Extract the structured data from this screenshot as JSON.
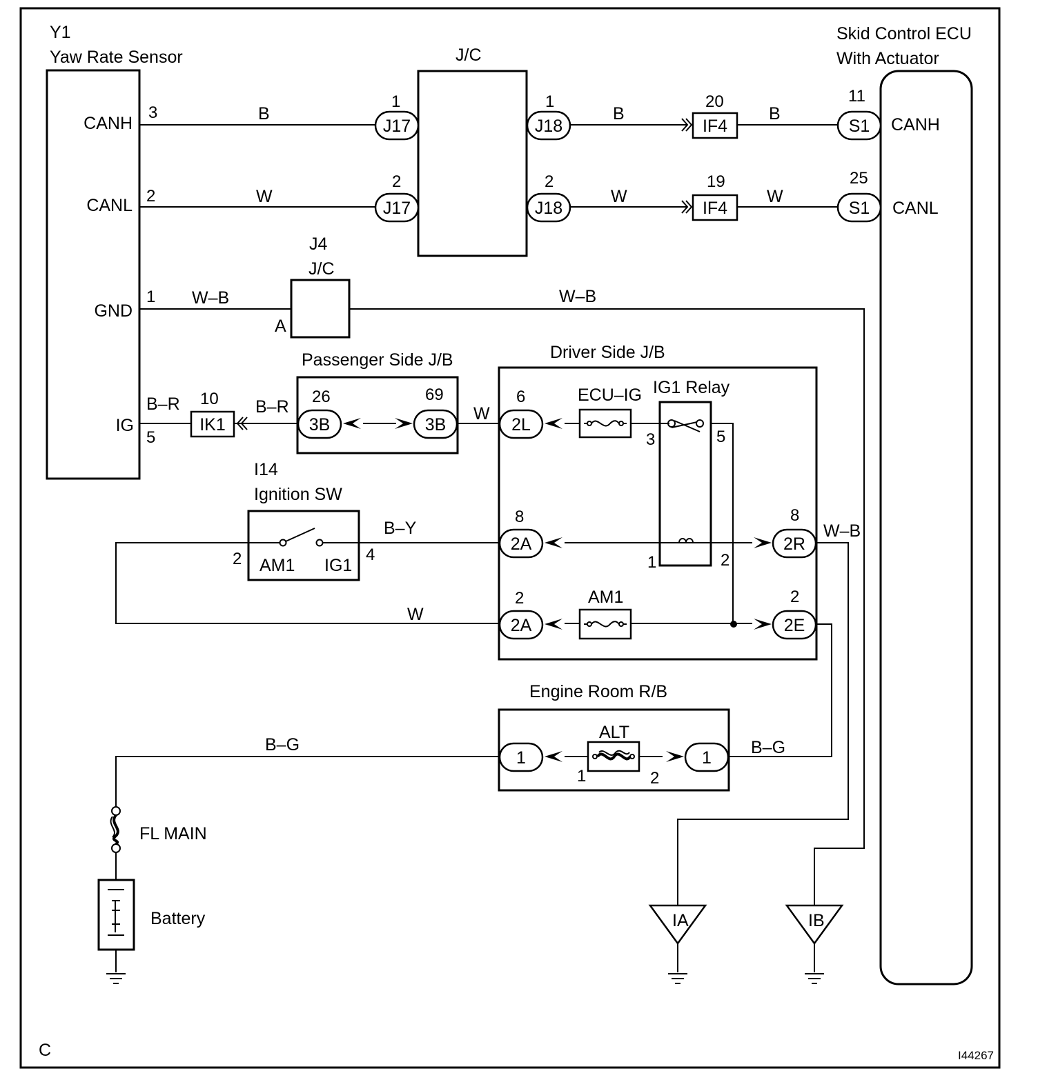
{
  "components": {
    "yaw_sensor": {
      "code": "Y1",
      "name": "Yaw Rate Sensor",
      "pins": [
        "CANH",
        "CANL",
        "GND",
        "IG"
      ]
    },
    "skid_ecu": {
      "name_line1": "Skid Control ECU",
      "name_line2": "With Actuator",
      "pins": [
        "CANH",
        "CANL"
      ]
    },
    "jc_main": {
      "label": "J/C"
    },
    "j4": {
      "code": "J4",
      "label": "J/C",
      "pin": "A"
    },
    "passenger_jb": {
      "label": "Passenger Side J/B"
    },
    "driver_jb": {
      "label": "Driver Side J/B"
    },
    "ignition_sw": {
      "code": "I14",
      "name": "Ignition SW",
      "left_label": "AM1",
      "right_label": "IG1"
    },
    "ig1_relay": {
      "label": "IG1 Relay"
    },
    "ecu_ig_fuse": {
      "label": "ECU–IG"
    },
    "am1_fuse": {
      "label": "AM1"
    },
    "engine_rb": {
      "label": "Engine Room R/B"
    },
    "alt_fuse": {
      "label": "ALT"
    },
    "fl_main": {
      "label": "FL MAIN"
    },
    "battery": {
      "label": "Battery"
    }
  },
  "connectors": {
    "j17": "J17",
    "j18": "J18",
    "if4": "IF4",
    "s1": "S1",
    "ik1": "IK1",
    "c3b": "3B",
    "c2l": "2L",
    "c2a": "2A",
    "c2r": "2R",
    "c2e": "2E",
    "eng1": "1",
    "ia": "IA",
    "ib": "IB"
  },
  "pins": {
    "y1_canh": "3",
    "y1_canl": "2",
    "y1_gnd": "1",
    "y1_ig": "5",
    "j17_canh": "1",
    "j17_canl": "2",
    "j18_canh": "1",
    "j18_canl": "2",
    "if4_canh": "20",
    "if4_canl": "19",
    "s1_canh": "11",
    "s1_canl": "25",
    "ik1": "10",
    "p3b_left": "26",
    "p3b_right": "69",
    "d2l": "6",
    "d2a_top": "8",
    "d2a_bottom": "2",
    "d2r": "8",
    "d2e": "2",
    "relay_3": "3",
    "relay_5": "5",
    "relay_1": "1",
    "relay_2": "2",
    "ign_am1": "2",
    "ign_ig1": "4",
    "alt_1": "1",
    "alt_2": "2"
  },
  "wires": {
    "canh": "B",
    "canl": "W",
    "gnd_left": "W–B",
    "gnd_right": "W–B",
    "ig_left": "B–R",
    "ig_mid": "B–R",
    "pjb_to_djb": "W",
    "ign_to_2a": "B–Y",
    "am1_feed": "W",
    "d2r_out": "W–B",
    "bg_left": "B–G",
    "bg_right": "B–G"
  },
  "footer": {
    "corner": "C",
    "figure_id": "I44267"
  }
}
